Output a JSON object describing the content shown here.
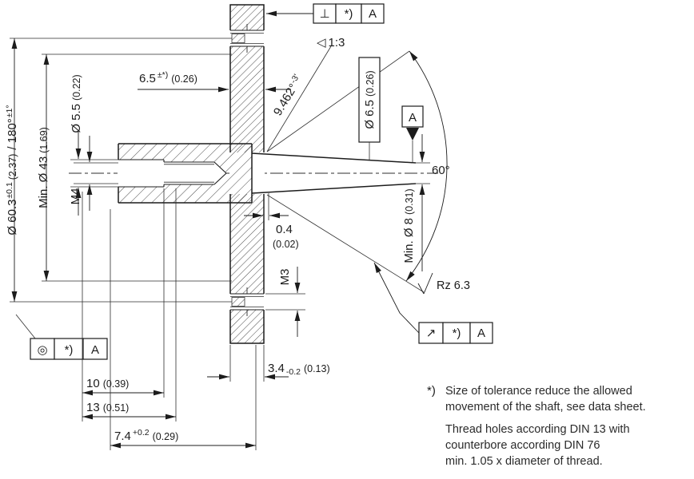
{
  "drawing": {
    "frames": {
      "perpendicularity": {
        "symbol": "⊥",
        "value": "*)",
        "datum": "A"
      },
      "runout": {
        "symbol": "◎",
        "value": "*)",
        "datum": "A"
      },
      "surface": {
        "symbol": "↗",
        "value": "*)",
        "datum": "A"
      }
    },
    "datum_flag": "A",
    "labels": {
      "taper_symbol": "◁",
      "taper_ratio": "1:3",
      "taper_angle": "9.462°",
      "taper_angle_tol": "-3'",
      "cone_angle": "60°",
      "roughness": "Rz 6.3",
      "thread_m4": "M4",
      "thread_m3": "M3"
    },
    "dims": {
      "dia_mount": {
        "value": "Ø 60.3",
        "tol": "±0.1",
        "inch": "(2.37)",
        "angle": "/ 180°",
        "angle_tol": "±1°"
      },
      "dia_clear": {
        "value": "Min. Ø 43",
        "inch": "(1.69)"
      },
      "dia_cbore": {
        "value": "Ø 5.5",
        "inch": "(0.22)"
      },
      "depth_hub": {
        "value": "6.5",
        "tol": "±*)",
        "inch": "(0.26)"
      },
      "dia_gauge": {
        "value": "Ø 6.5",
        "inch": "(0.26)"
      },
      "dia_shaft_end": {
        "value": "Min. Ø 8",
        "inch": "(0.31)"
      },
      "gap": {
        "value": "0.4",
        "inch": "(0.02)"
      },
      "flange_thick": {
        "value": "3.4",
        "tol": "-0.2",
        "inch": "(0.13)"
      },
      "depth_cbore": {
        "value": "10",
        "inch": "(0.39)"
      },
      "depth_thread": {
        "value": "13",
        "inch": "(0.51)"
      },
      "shaft_len": {
        "value": "7.4",
        "tol": "+0.2",
        "inch": "(0.29)"
      }
    },
    "footnote": {
      "marker": "*)",
      "line1": "Size of tolerance reduce the allowed",
      "line2": "movement of the shaft, see data sheet.",
      "line3": "Thread holes according DIN 13 with",
      "line4": "counterbore according DIN 76",
      "line5": "min. 1.05 x diameter of thread."
    }
  }
}
